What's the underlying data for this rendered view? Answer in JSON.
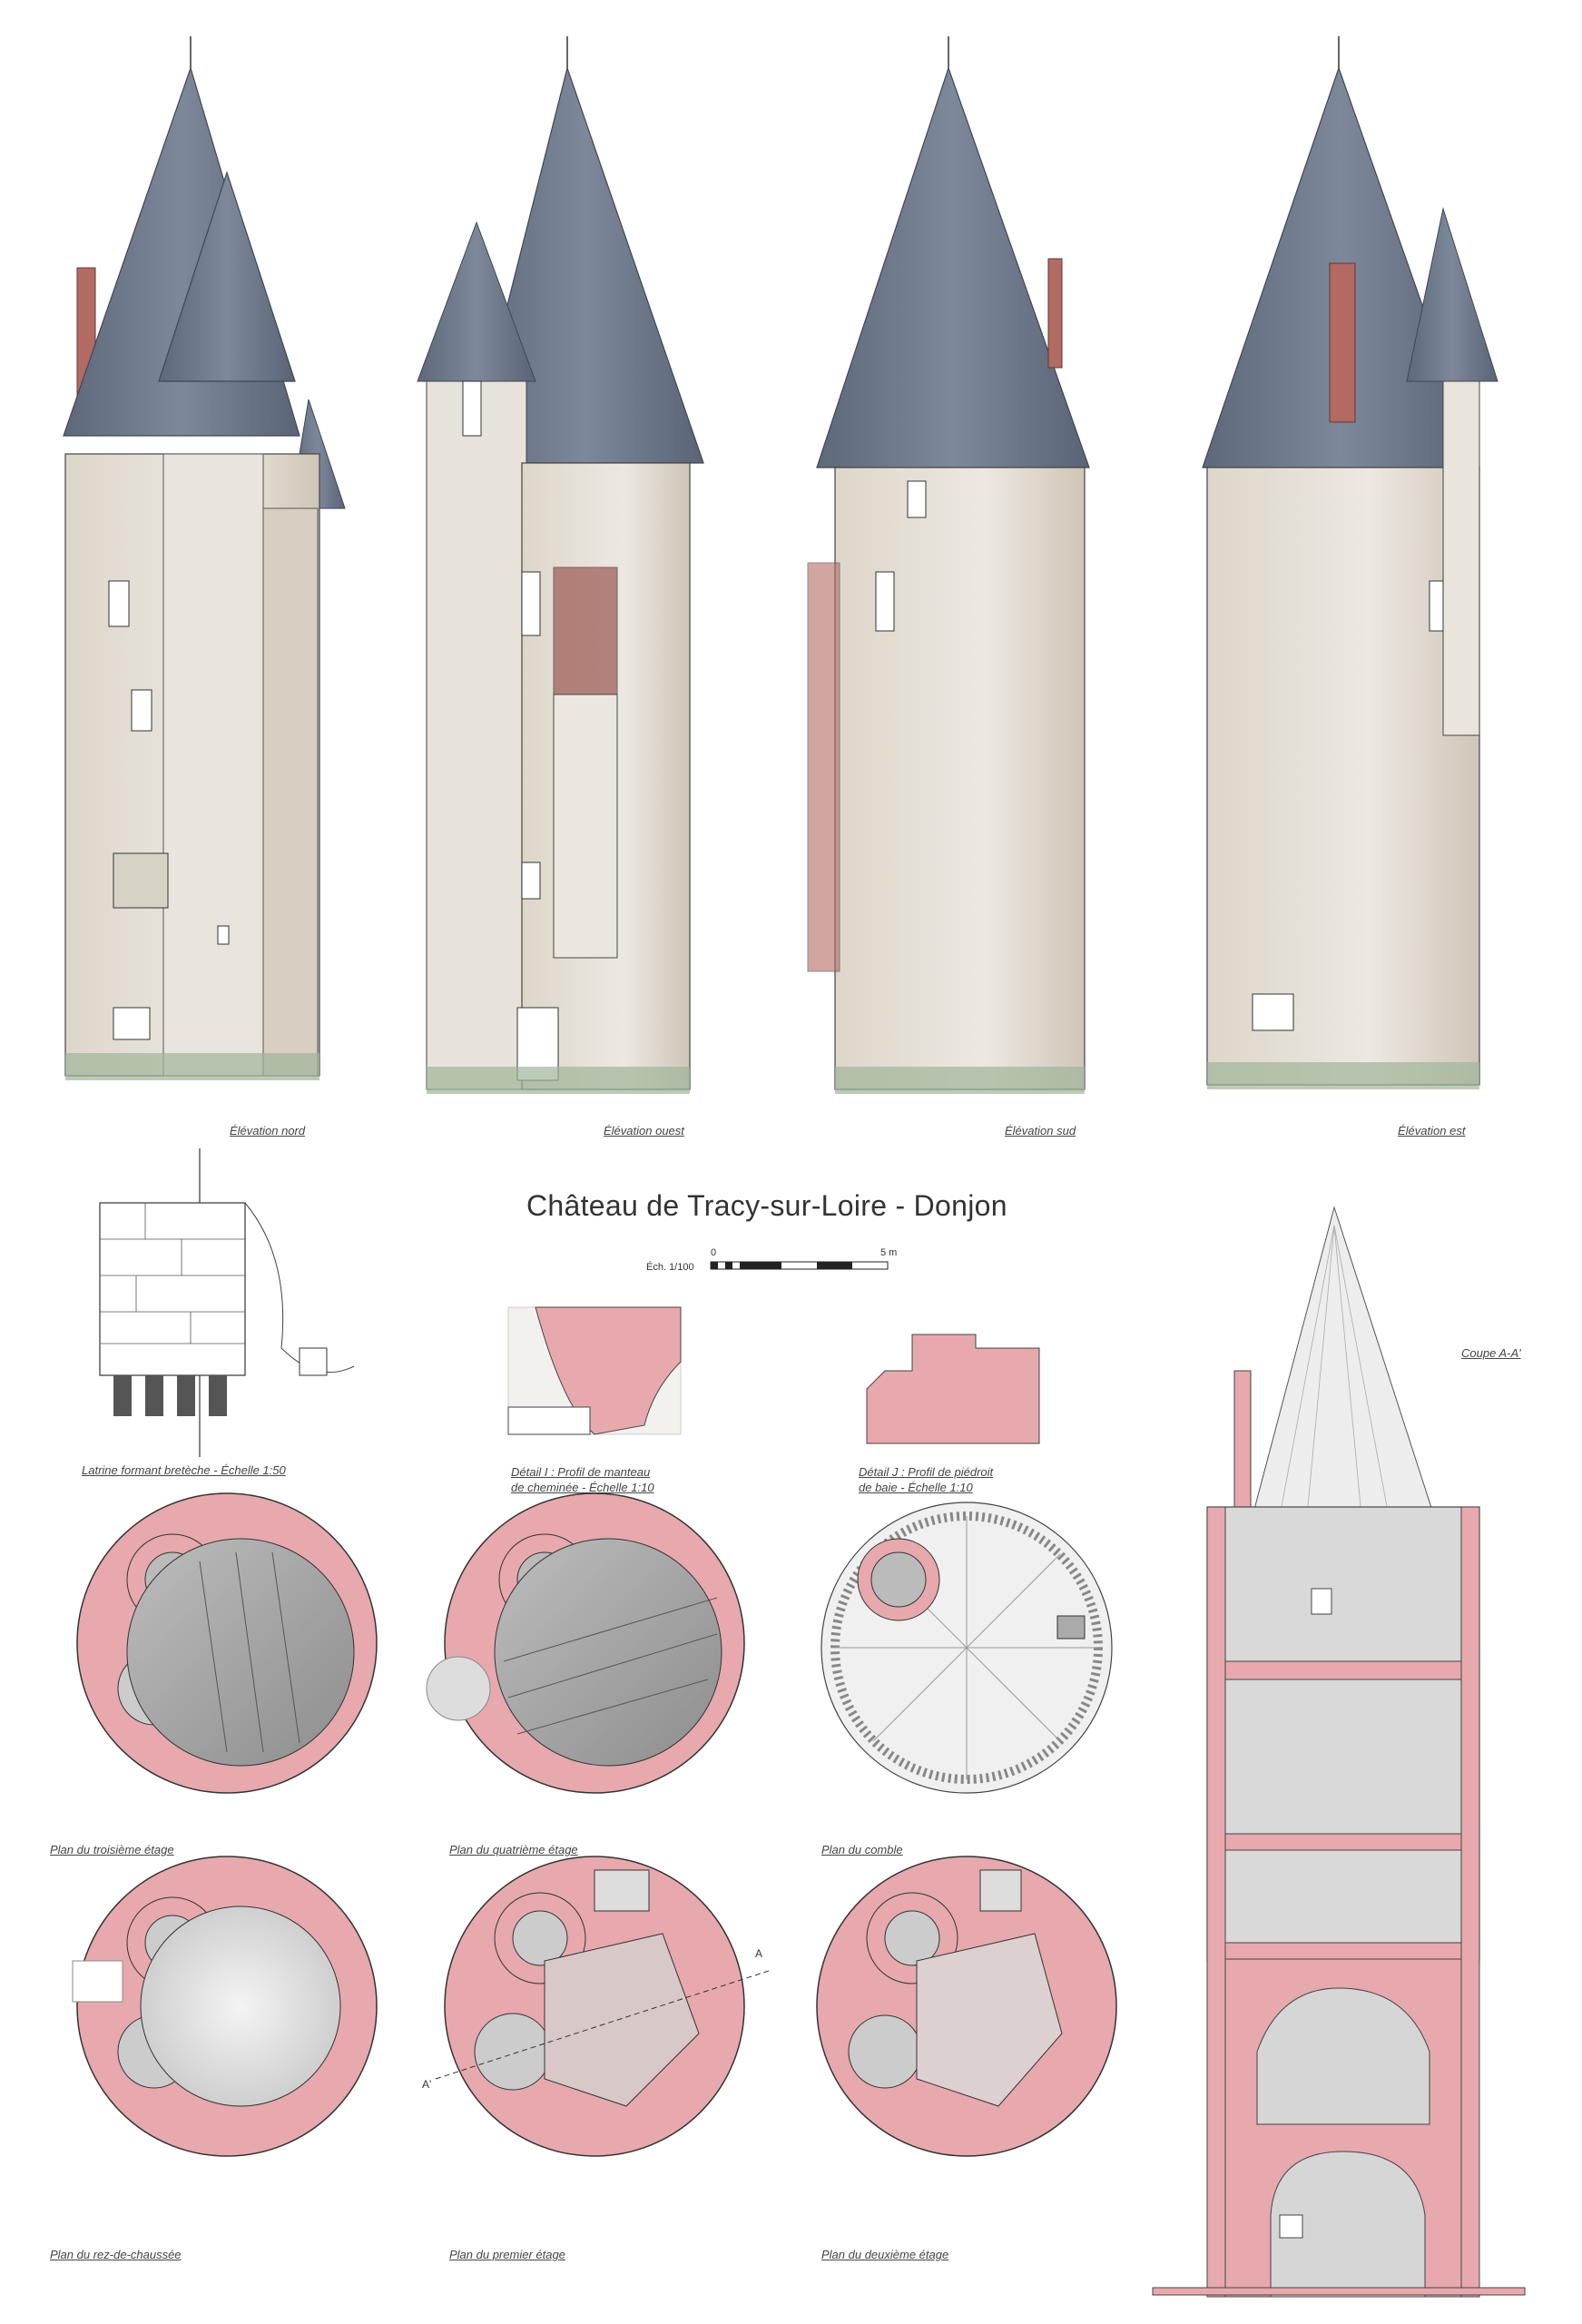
{
  "title": "Château de Tracy-sur-Loire - Donjon",
  "scale": {
    "label": "Éch. 1/100",
    "start": "0",
    "end": "5 m"
  },
  "elevations": [
    {
      "id": "nord",
      "caption": "Élévation nord"
    },
    {
      "id": "ouest",
      "caption": "Élévation ouest"
    },
    {
      "id": "sud",
      "caption": "Élévation sud"
    },
    {
      "id": "est",
      "caption": "Élévation est"
    }
  ],
  "details": {
    "latrine": "Latrine formant bretèche - Échelle 1:50",
    "detail_i_line1": "Détail I : Profil de manteau",
    "detail_i_line2": "de cheminée - Échelle 1:10",
    "detail_j_line1": "Détail J : Profil de piédroit",
    "detail_j_line2": "de baie - Échelle 1:10"
  },
  "plans": {
    "troisieme": "Plan du troisième étage",
    "quatrieme": "Plan du quatrième étage",
    "comble": "Plan du comble",
    "rdc": "Plan du rez-de-chaussée",
    "premier": "Plan du premier étage",
    "deuxieme": "Plan du deuxième étage"
  },
  "section": {
    "caption": "Coupe A-A'",
    "marker_a": "A",
    "marker_a_prime": "A'"
  },
  "colors": {
    "slate": "#6f7a8c",
    "slate_dark": "#4e5869",
    "stone": "#e6e1d8",
    "stone_shade": "#c9bfb0",
    "cut_pink": "#e7a9ad",
    "moss": "#9fb59a",
    "brick": "#a0605a"
  }
}
